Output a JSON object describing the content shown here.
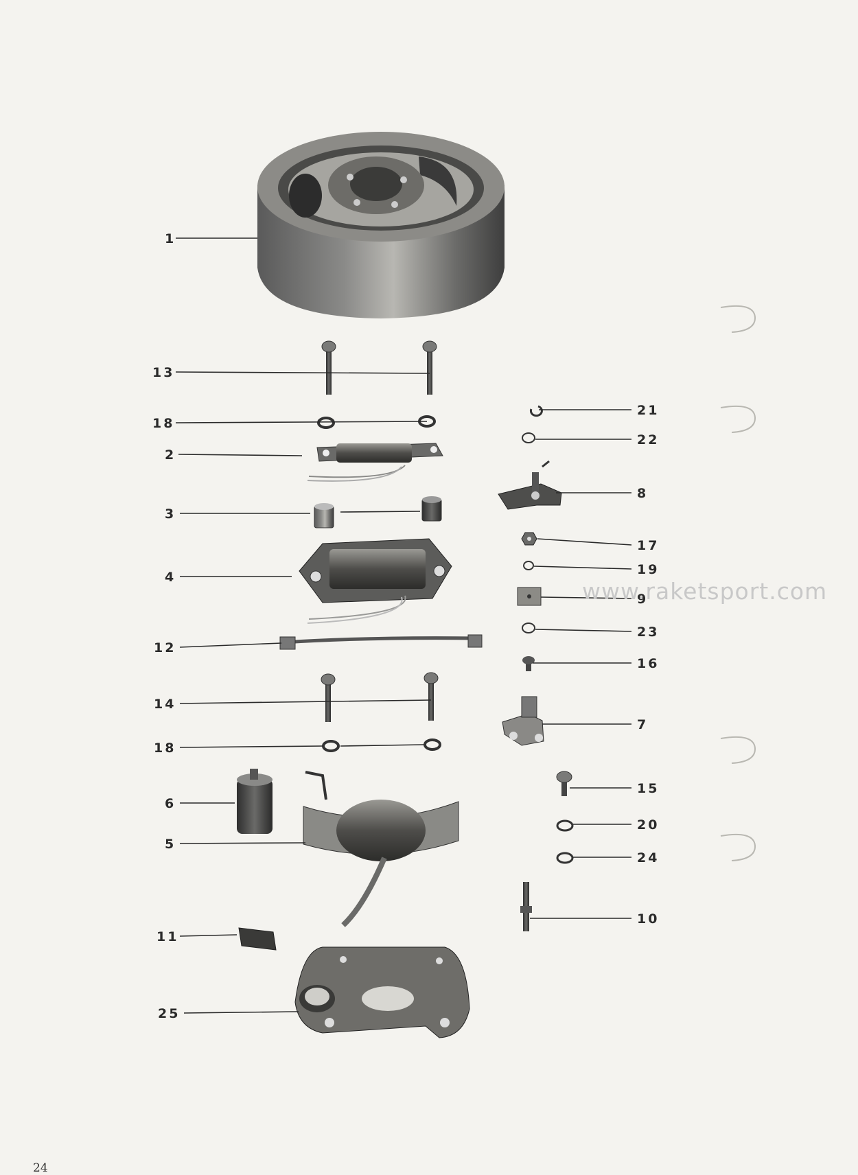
{
  "page_number": "24",
  "watermark": "www.raketsport.com",
  "callouts": [
    {
      "id": "1",
      "part": "flywheel"
    },
    {
      "id": "13",
      "part": "screws-upper"
    },
    {
      "id": "18",
      "part": "lock-washers-upper"
    },
    {
      "id": "2",
      "part": "lighting-coil"
    },
    {
      "id": "3",
      "part": "spacers"
    },
    {
      "id": "4",
      "part": "ignition-coil-upper"
    },
    {
      "id": "12",
      "part": "ground-strap"
    },
    {
      "id": "14",
      "part": "screws-lower"
    },
    {
      "id": "18",
      "part": "lock-washers-lower"
    },
    {
      "id": "6",
      "part": "condenser"
    },
    {
      "id": "5",
      "part": "ignition-coil"
    },
    {
      "id": "11",
      "part": "felt-wick"
    },
    {
      "id": "25",
      "part": "armature-plate"
    },
    {
      "id": "21",
      "part": "retaining-clip"
    },
    {
      "id": "22",
      "part": "washer"
    },
    {
      "id": "8",
      "part": "breaker-arm"
    },
    {
      "id": "17",
      "part": "nut"
    },
    {
      "id": "19",
      "part": "washer"
    },
    {
      "id": "9",
      "part": "insulator"
    },
    {
      "id": "23",
      "part": "washer"
    },
    {
      "id": "16",
      "part": "screw"
    },
    {
      "id": "7",
      "part": "breaker-point"
    },
    {
      "id": "15",
      "part": "screw"
    },
    {
      "id": "20",
      "part": "washer"
    },
    {
      "id": "24",
      "part": "washer"
    },
    {
      "id": "10",
      "part": "stud"
    }
  ]
}
